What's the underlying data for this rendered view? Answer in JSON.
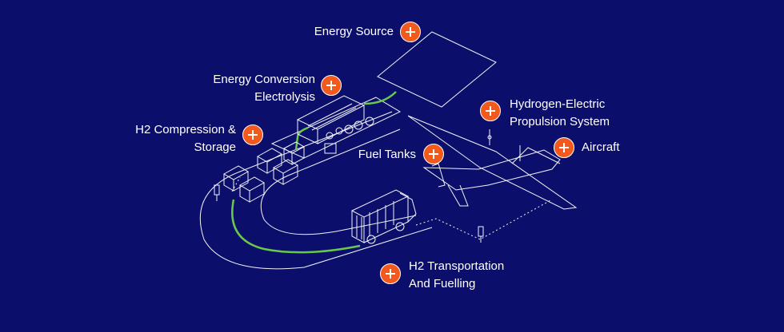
{
  "hotspots": {
    "energy_source": {
      "label": "Energy Source"
    },
    "energy_conversion": {
      "line1": "Energy Conversion",
      "line2": "Electrolysis"
    },
    "h2_compression": {
      "line1": "H2 Compression &",
      "line2": "Storage"
    },
    "fuel_tanks": {
      "label": "Fuel Tanks"
    },
    "propulsion": {
      "line1": "Hydrogen-Electric",
      "line2": "Propulsion System"
    },
    "aircraft": {
      "label": "Aircraft"
    },
    "transportation": {
      "line1": "H2 Transportation",
      "line2": "And Fuelling"
    }
  },
  "colors": {
    "background": "#0b0f6b",
    "accent": "#f25a1d",
    "line": "#ffffff",
    "hydrogen_path": "#6ed34a"
  },
  "icons": {
    "hotspot": "plus-icon"
  }
}
